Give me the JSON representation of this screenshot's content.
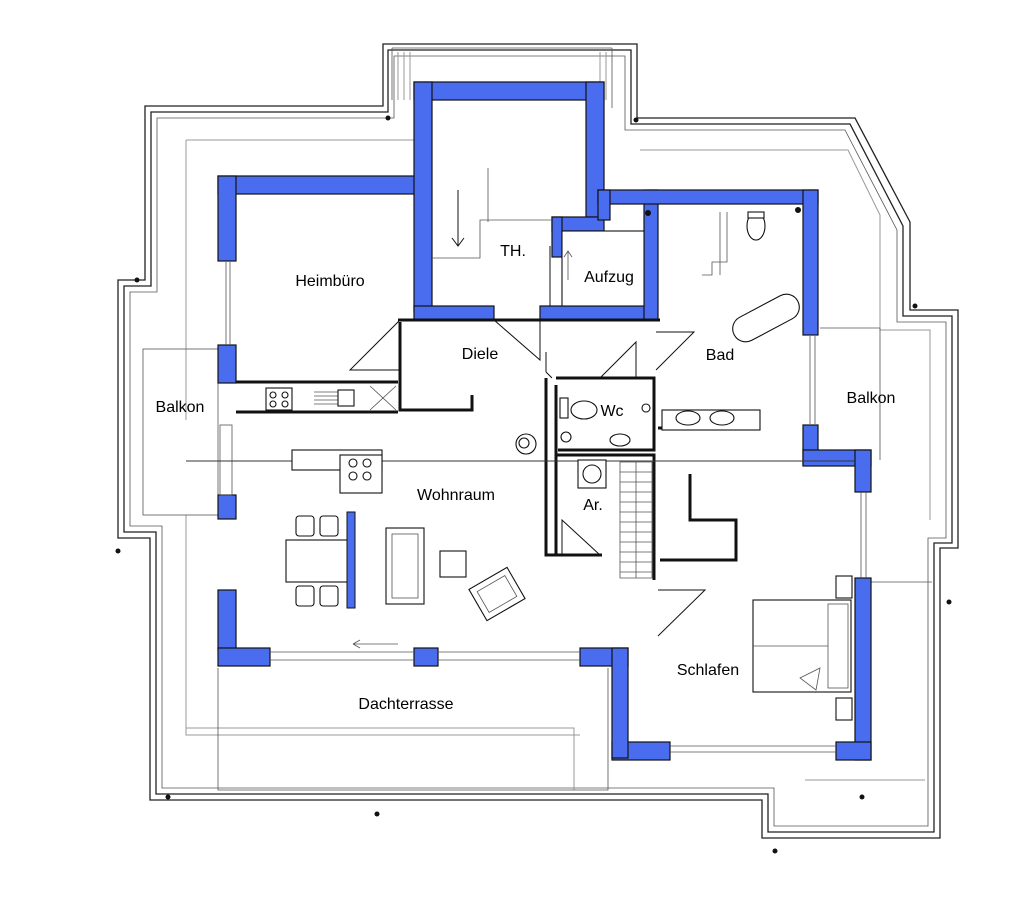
{
  "plan": {
    "wall_color": "#4a6df0",
    "rooms": {
      "heimbuero": "Heimbüro",
      "th": "TH.",
      "aufzug": "Aufzug",
      "diele": "Diele",
      "bad": "Bad",
      "wc": "Wc",
      "balkon_left": "Balkon",
      "balkon_right": "Balkon",
      "wohnraum": "Wohnraum",
      "ar": "Ar.",
      "schlafen": "Schlafen",
      "dachterrasse": "Dachterrasse"
    }
  }
}
